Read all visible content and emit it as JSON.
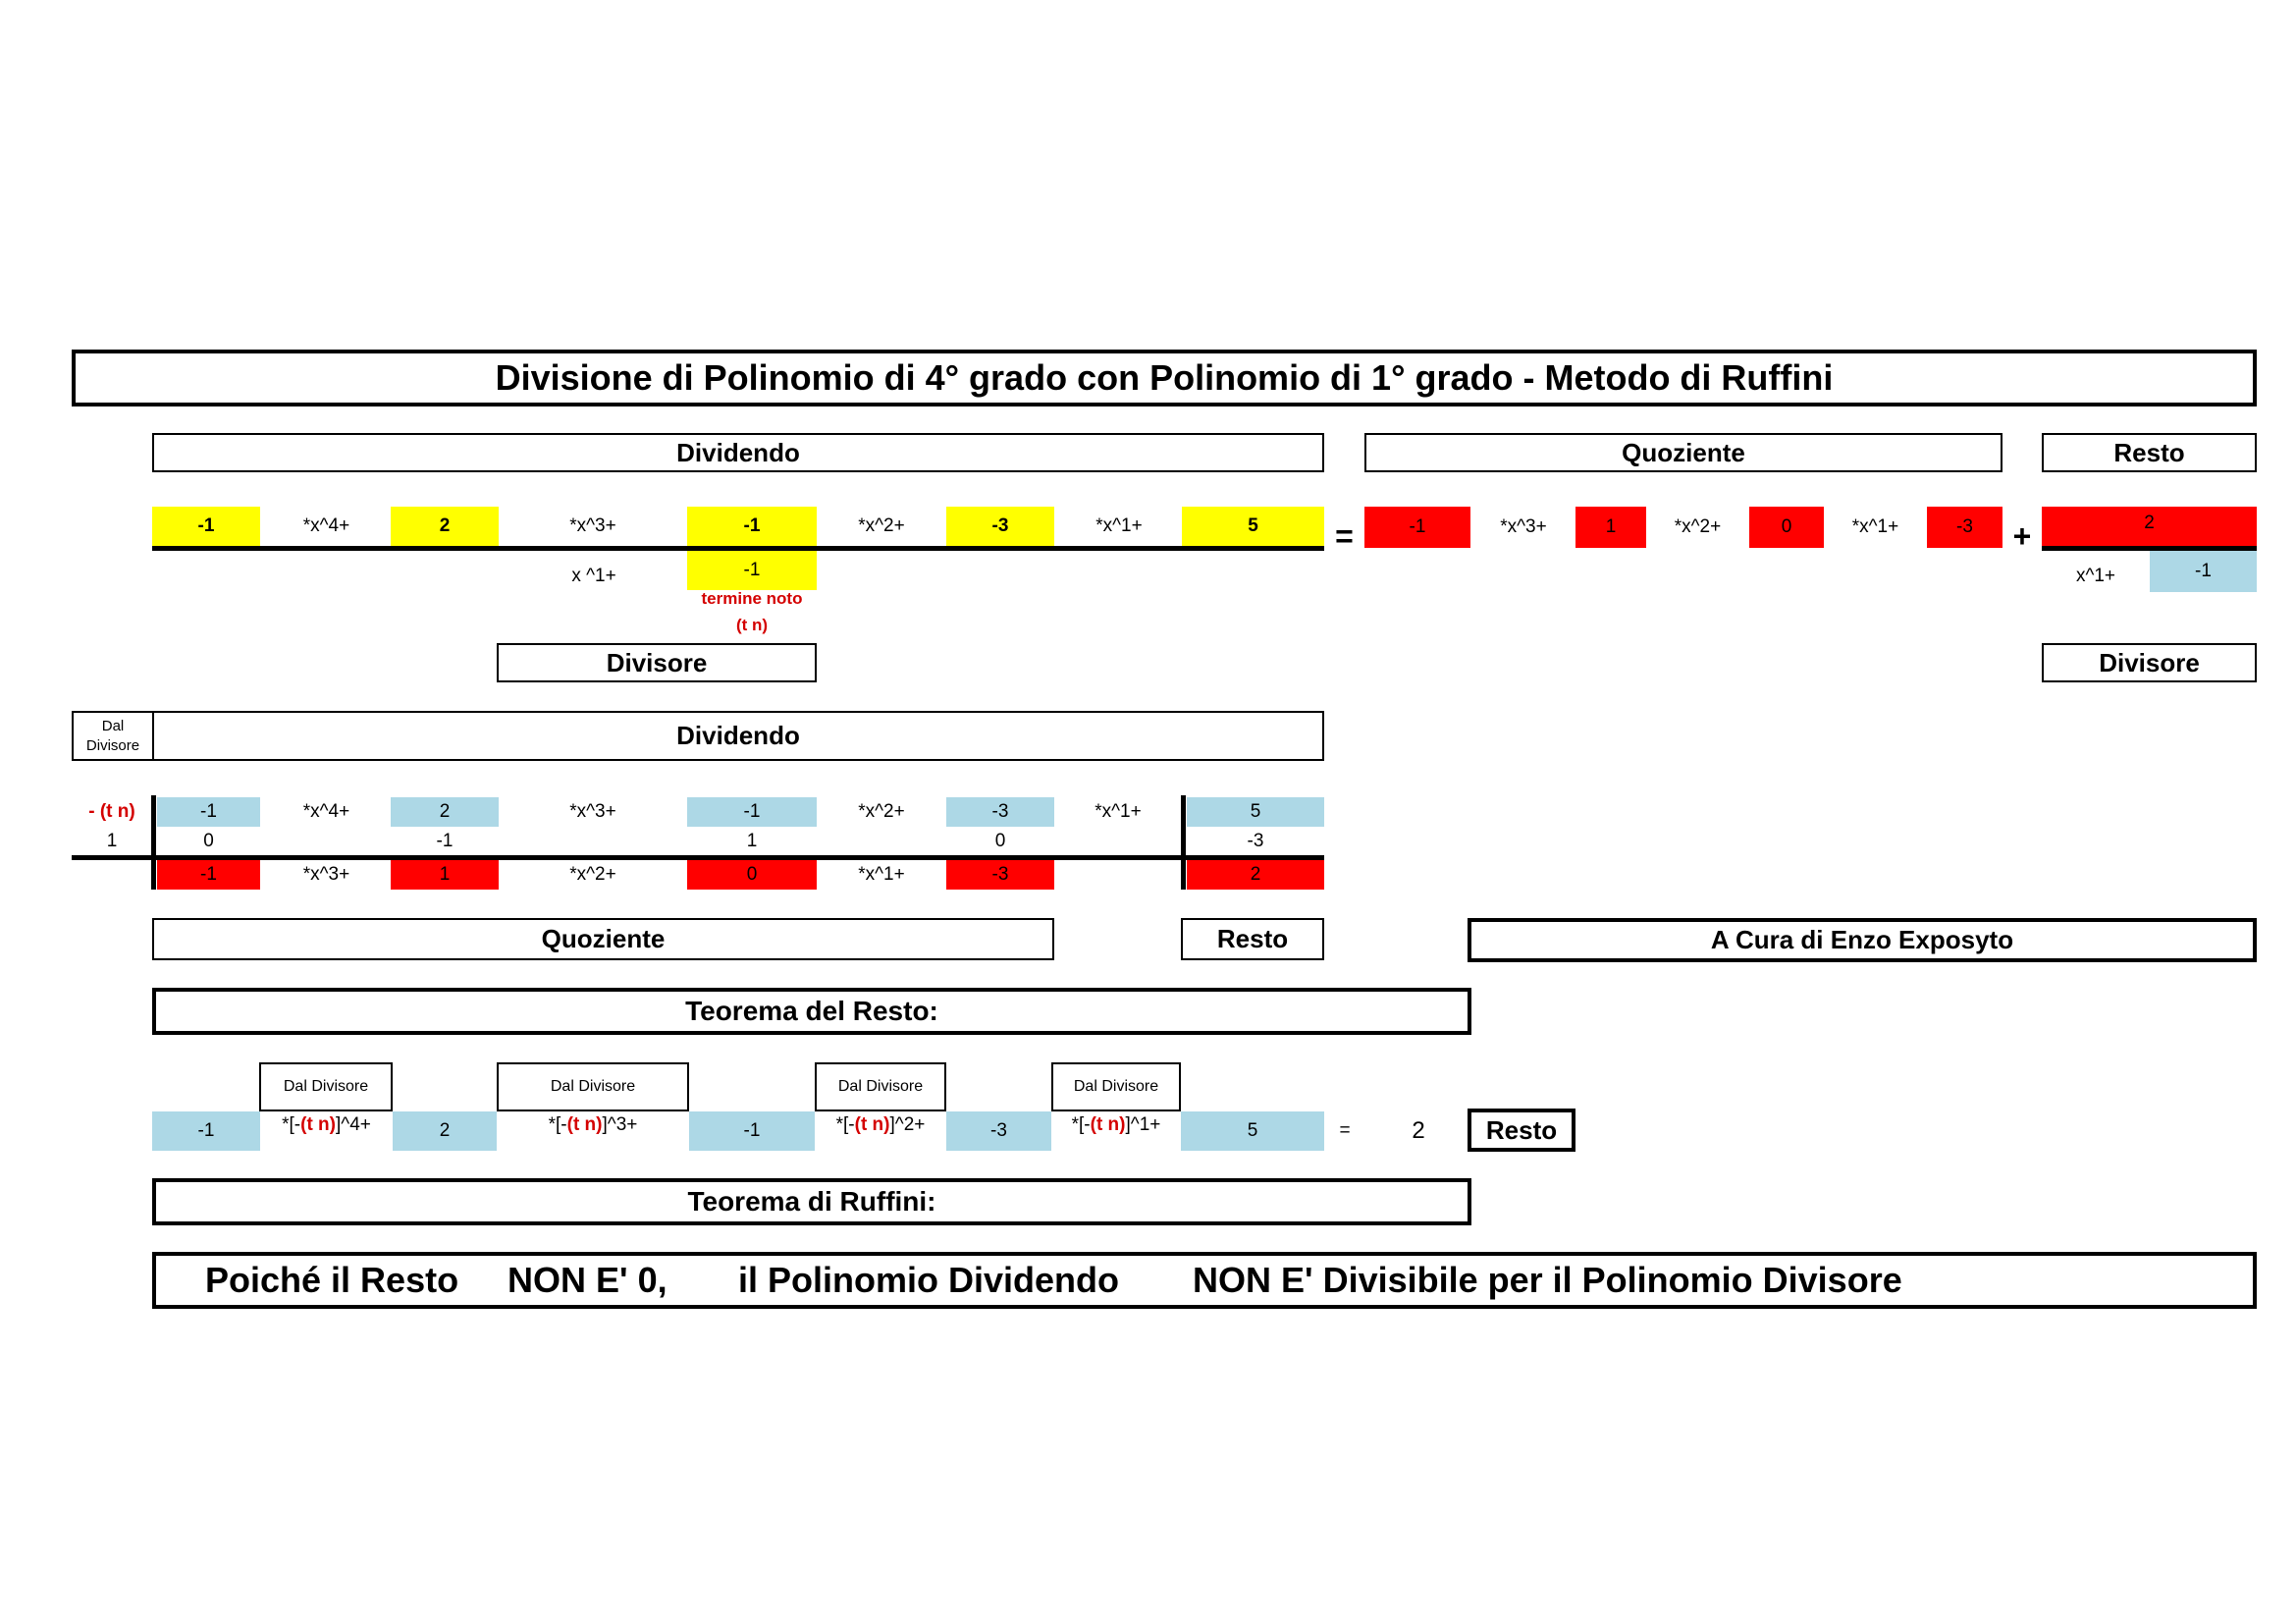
{
  "title": "Divisione di Polinomio di 4° grado con Polinomio di 1° grado - Metodo di Ruffini",
  "headers": {
    "dividendo": "Dividendo",
    "quoziente": "Quoziente",
    "resto": "Resto",
    "divisore": "Divisore",
    "dal_divisore": "Dal Divisore",
    "author": "A Cura di Enzo Exposyto",
    "teorema_resto": "Teorema del Resto:",
    "teorema_ruffini": "Teorema di Ruffini:"
  },
  "dividend_coeffs": [
    "-1",
    "2",
    "-1",
    "-3",
    "5"
  ],
  "dividend_powers": [
    "*x^4+",
    "*x^3+",
    "*x^2+",
    "*x^1+"
  ],
  "equals": "=",
  "plus": "+",
  "quotient_coeffs": [
    "-1",
    "1",
    "0",
    "-3"
  ],
  "quotient_powers": [
    "*x^3+",
    "*x^2+",
    "*x^1+"
  ],
  "remainder": "2",
  "divisor": {
    "x_term": "x ^1+",
    "x_term_right": "x^1+",
    "constant": "-1",
    "termine_noto": "termine noto",
    "tn": "(t n)"
  },
  "ruffini": {
    "minus_tn": "- (t n)",
    "left_value": "1",
    "products": [
      "0",
      "-1",
      "1",
      "0",
      "-3"
    ]
  },
  "remainder_theorem": {
    "terms": [
      "*[- ",
      "(t n)",
      "]^4+",
      "]^3+",
      "]^2+",
      "]^1+"
    ],
    "equals": "=",
    "result": "2",
    "resto_label": "Resto"
  },
  "conclusion": {
    "part1": "Poiché il Resto",
    "part2": "NON E' 0,",
    "part3": "il Polinomio Dividendo",
    "part4": "NON E'  Divisibile per il Polinomio Divisore"
  }
}
